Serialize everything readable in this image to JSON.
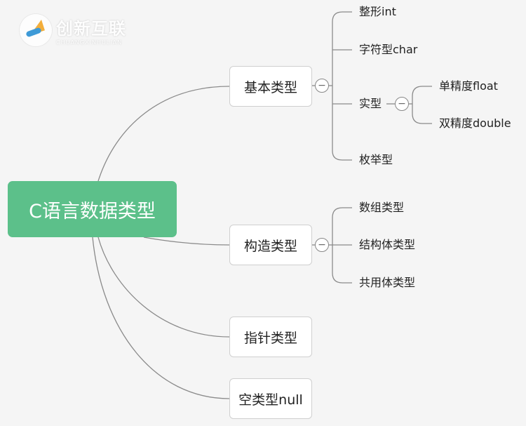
{
  "logo": {
    "name_cn": "创新互联",
    "name_en": "CHUANGXINHULIAN"
  },
  "root": {
    "label": "C语言数据类型"
  },
  "branches": {
    "basic": {
      "label": "基本类型",
      "children": {
        "int": "整形int",
        "char": "字符型char",
        "real": "实型",
        "enum": "枚举型"
      },
      "real_children": {
        "float": "单精度float",
        "double": "双精度double"
      }
    },
    "construct": {
      "label": "构造类型",
      "children": {
        "array": "数组类型",
        "struct": "结构体类型",
        "union": "共用体类型"
      }
    },
    "pointer": {
      "label": "指针类型"
    },
    "void": {
      "label": "空类型null"
    }
  },
  "ui": {
    "collapse_symbol": "−"
  },
  "colors": {
    "root_bg": "#5cc08a",
    "line": "#8a8a8a",
    "background": "#f5f5f5"
  }
}
